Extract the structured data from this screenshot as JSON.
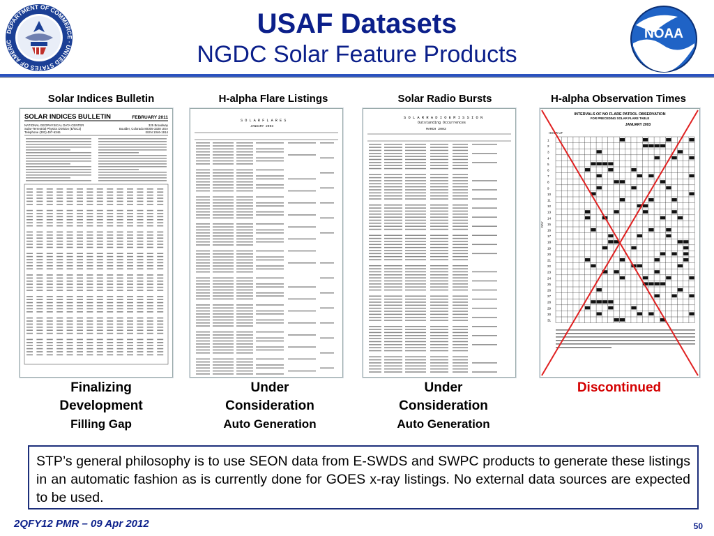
{
  "header": {
    "title": "USAF Datasets",
    "subtitle": "NGDC Solar Feature Products"
  },
  "logos": {
    "left": "department-of-commerce-seal",
    "left_text": "DEPARTMENT OF COMMERCE · UNITED STATES OF AMERICA",
    "right": "noaa-logo",
    "right_text": "NOAA"
  },
  "columns": [
    {
      "label": "Solar Indices Bulletin",
      "status": "Finalizing Development",
      "status_line1": "Finalizing",
      "status_line2": "Development",
      "note": "Filling Gap"
    },
    {
      "label": "H-alpha Flare Listings",
      "status_line1": "Under",
      "status_line2": "Consideration",
      "note": "Auto Generation"
    },
    {
      "label": "Solar Radio Bursts",
      "status_line1": "Under",
      "status_line2": "Consideration",
      "note": "Auto Generation"
    },
    {
      "label": "H-alpha Observation Times",
      "status_line1": "Discontinued",
      "note": ""
    }
  ],
  "thumbnails": {
    "sib": {
      "title": "SOLAR INDICES BULLETIN",
      "date": "FEBRUARY 2011",
      "line1": "NATIONAL GEOPHYSICAL DATA CENTER",
      "line2": "Solar-Terrestrial Physics Division (E/GC2)",
      "line3": "Telephone (303) 497-6346",
      "addr1": "325 Broadway",
      "addr2": "Boulder, Colorado 80305-3328 USA",
      "issn": "ISSN 1046-1914"
    },
    "flare": {
      "header": "S O L A R   F L A R E S",
      "month": "JANUARY   2003"
    },
    "radio": {
      "header": "S O L A R   R A D I O   E M I S S I O N",
      "sub": "Outstanding Occurrences",
      "month": "MARCH   2003"
    },
    "obs": {
      "title": "INTERVALS OF NO FLARE PATROL OBSERVATION",
      "sub": "FOR PRECEDING SOLAR FLARE TABLE",
      "month": "JANUARY   2003",
      "axis": "HOUR-UT",
      "yaxis": "DAY"
    }
  },
  "philosophy": "STP’s general philosophy is to use SEON data from E-SWDS and SWPC products to generate these listings in an automatic fashion as is currently done for GOES x-ray listings. No external data sources are expected to be used.",
  "footer": {
    "left": "2QFY12 PMR – 09 Apr 2012",
    "page": "50"
  },
  "colors": {
    "title": "#0b1f8a",
    "rule": "#2a52be",
    "discontinued": "#d40000",
    "box_border": "#1c2e7a"
  }
}
